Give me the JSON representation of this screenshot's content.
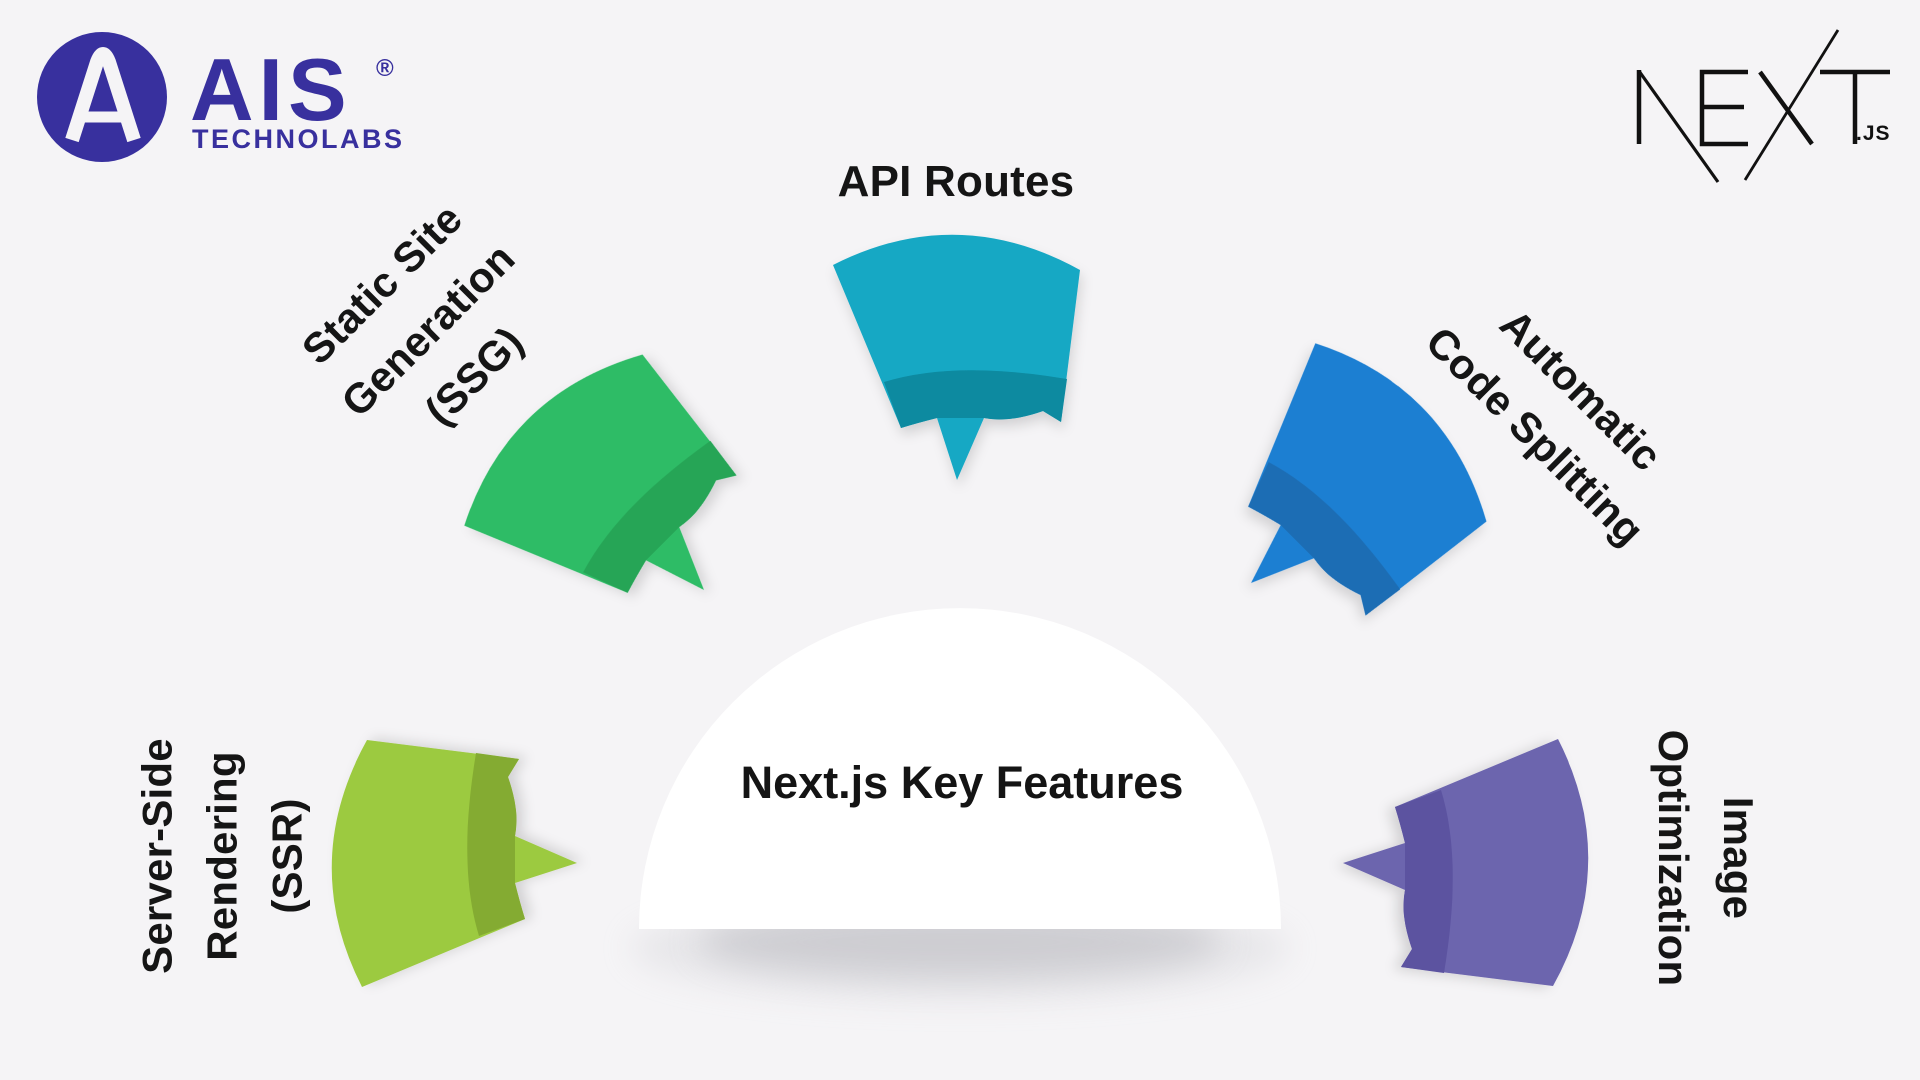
{
  "page": {
    "background_color": "#f5f4f6",
    "text_color": "#151515"
  },
  "logos": {
    "ais": {
      "acronym": "AIS",
      "subtitle": "TECHNOLABS",
      "registered_mark": "®",
      "brand_color": "#38309e"
    },
    "nextjs": {
      "wordmark": "NEXT",
      "suffix": ".JS"
    }
  },
  "diagram": {
    "title": "Next.js Key Features",
    "features": [
      {
        "id": "server-side-rendering",
        "label_lines": [
          "Server-Side",
          "Rendering",
          "(SSR)"
        ],
        "color": "#9cca3f",
        "shade": "#84ab31",
        "position": "bottom-left"
      },
      {
        "id": "static-site-generation",
        "label_lines": [
          "Static Site",
          "Generation",
          "(SSG)"
        ],
        "color": "#2ebc66",
        "shade": "#27a557",
        "position": "upper-left"
      },
      {
        "id": "api-routes",
        "label_lines": [
          "API Routes"
        ],
        "color": "#16a8c4",
        "shade": "#0d8aa0",
        "position": "top-center"
      },
      {
        "id": "automatic-code-splitting",
        "label_lines": [
          "Automatic",
          "Code Splitting"
        ],
        "color": "#1d7fd2",
        "shade": "#1b6db4",
        "position": "upper-right"
      },
      {
        "id": "image-optimization",
        "label_lines": [
          "Image",
          "Optimization"
        ],
        "color": "#6c65ae",
        "shade": "#5b53a0",
        "position": "bottom-right"
      }
    ]
  }
}
